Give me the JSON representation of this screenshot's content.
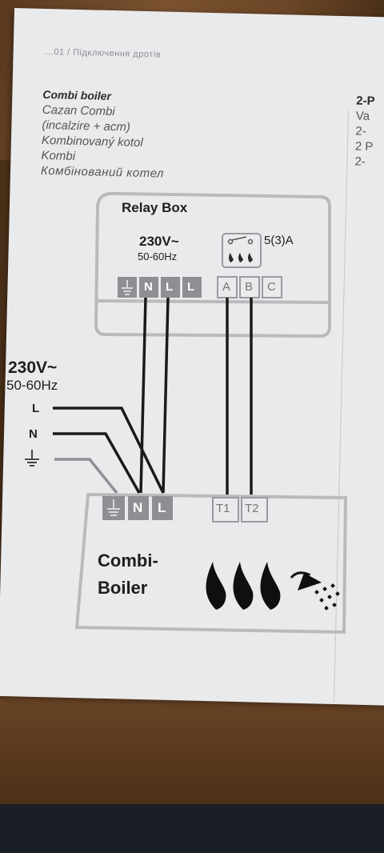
{
  "page_header": "...01 / Підключення дротів",
  "heating_titles": [
    "Combi boiler",
    "Cazan Combi",
    "(incalzire + acm)",
    "Kombinovaný kotol",
    "Kombi",
    "Комбінований котел"
  ],
  "right_column": [
    "2-P",
    "Va",
    "2-",
    "2 P",
    "2-"
  ],
  "relay_box": {
    "title": "Relay Box",
    "voltage": "230V~",
    "frequency": "50-60Hz",
    "rating": "5(3)A",
    "power_terminals": [
      "N",
      "L",
      "L"
    ],
    "switch_terminals": [
      "A",
      "B",
      "C"
    ]
  },
  "mains": {
    "voltage": "230V~",
    "frequency": "50-60Hz",
    "line_label": "L",
    "neutral_label": "N"
  },
  "boiler": {
    "title_line1": "Combi-",
    "title_line2": "Boiler",
    "power_terminals": [
      "N",
      "L"
    ],
    "thermostat_terminals": [
      "T1",
      "T2"
    ]
  },
  "icons": [
    "earth-icon",
    "flame-icon",
    "switch-icon",
    "shower-icon"
  ]
}
